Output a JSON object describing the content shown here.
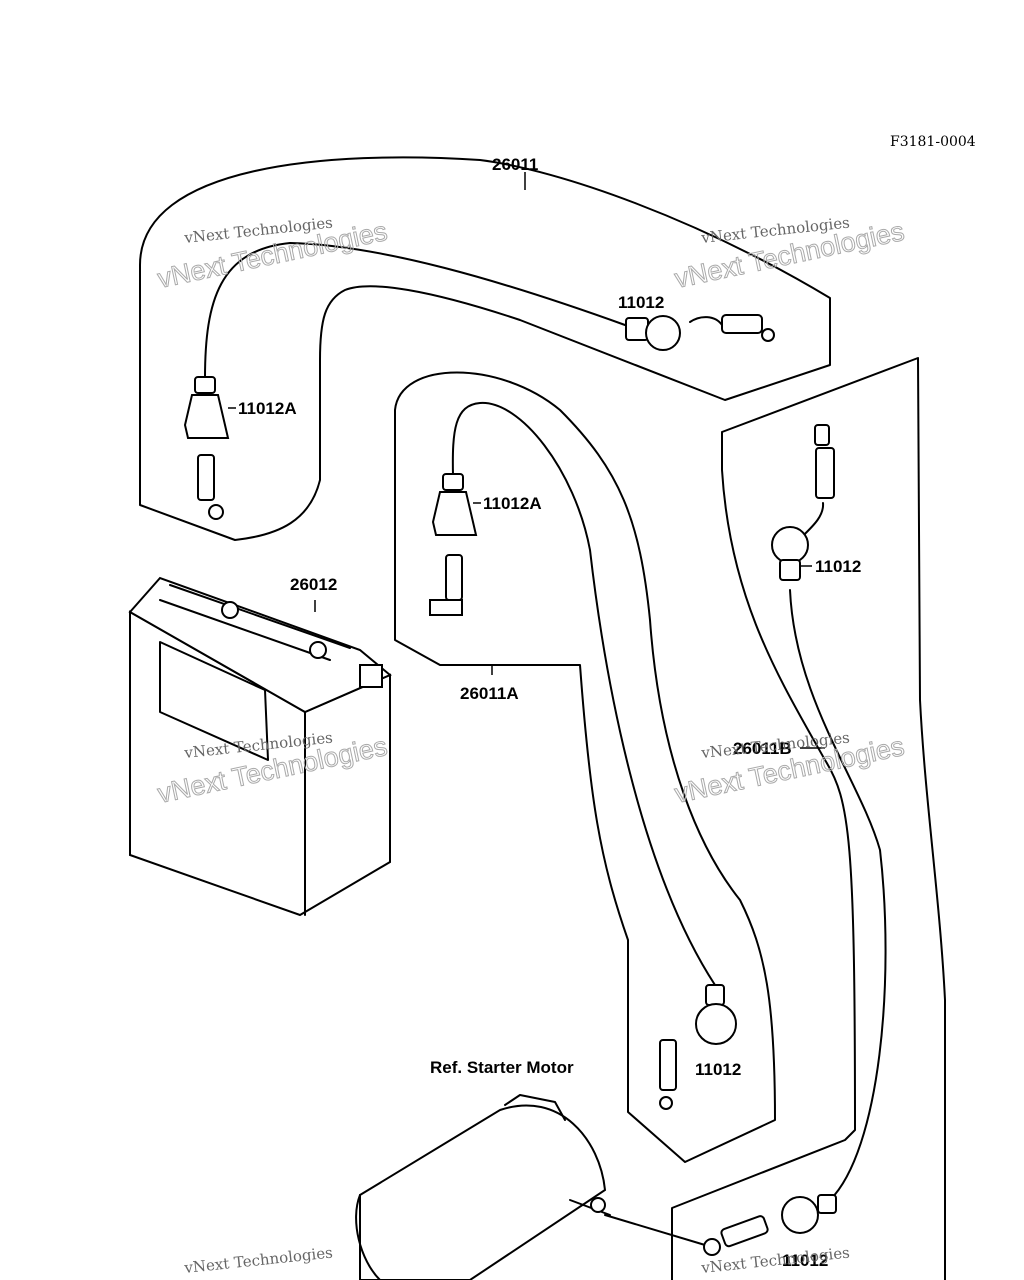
{
  "figure_code": "F3181-0004",
  "labels": {
    "harness_main": "26011",
    "harness_a": "26011A",
    "harness_b": "26011B",
    "battery": "26012",
    "cap_top": "11012",
    "boot_left": "11012A",
    "boot_mid": "11012A",
    "cap_right": "11012",
    "cap_mid_bottom": "11012",
    "cap_bottom_right": "11012",
    "starter_ref": "Ref. Starter Motor"
  },
  "watermark": {
    "line1": "vNext Technologies",
    "line2": "vNext Technologies"
  }
}
